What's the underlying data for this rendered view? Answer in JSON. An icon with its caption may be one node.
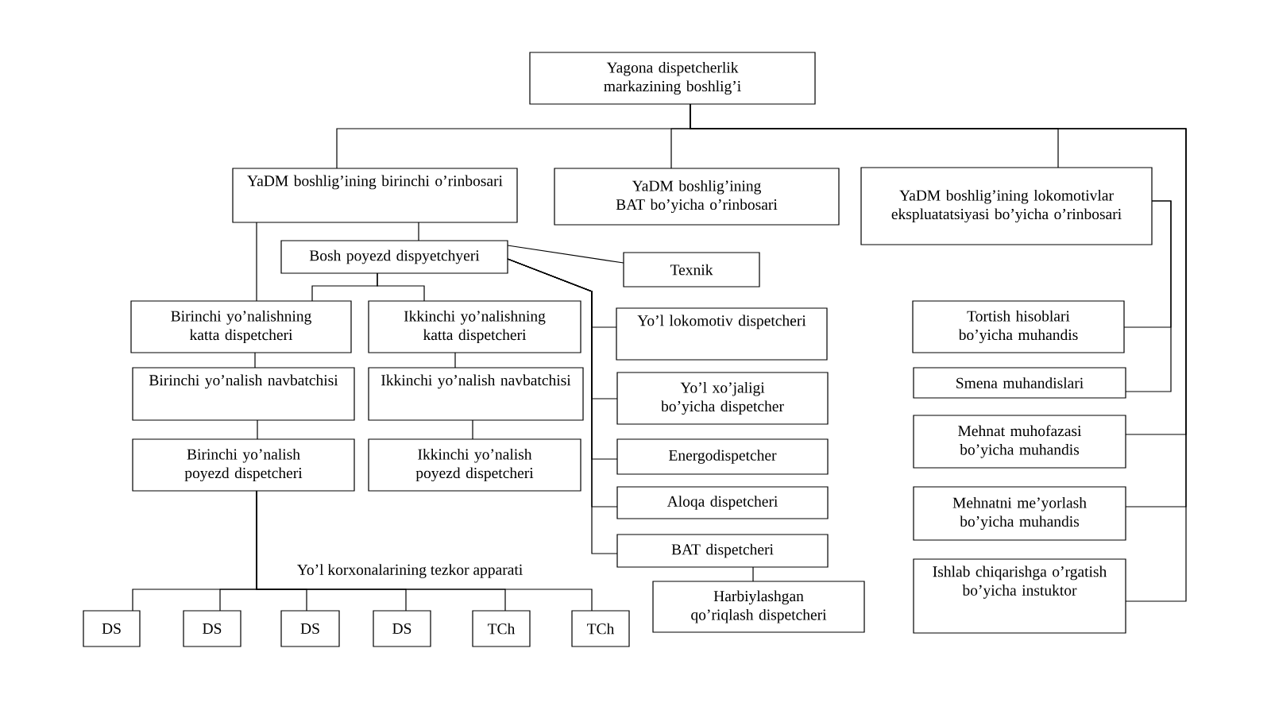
{
  "diagram": {
    "nodes": [
      {
        "text": [
          "Yagona dispetcherlik markazining boshlig’i"
        ]
      },
      {
        "text": [
          "YaDM boshlig’ining birinchi o’rinbosari"
        ]
      },
      {
        "text": [
          "YaDM boshlig’ining BAT bo’yicha o’rinbosari"
        ]
      },
      {
        "text": [
          "YaDM boshlig’ining lokomotivlar ekspluatatsiyasi bo’yicha o’rinbosari"
        ]
      },
      {
        "text": [
          "Bosh poyezd dispyetchyeri"
        ]
      },
      {
        "text": [
          "Texnik"
        ]
      },
      {
        "text": [
          "Birinchi yo’nalishning katta dispetcheri"
        ]
      },
      {
        "text": [
          "Ikkinchi yo’nalishning katta dispetcheri"
        ]
      },
      {
        "text": [
          "Birinchi yo’nalish navbatchisi"
        ]
      },
      {
        "text": [
          "Ikkinchi yo’nalish navbatchisi"
        ]
      },
      {
        "text": [
          "Birinchi yo’nalish poyezd dispetcheri"
        ]
      },
      {
        "text": [
          "Ikkinchi yo’nalish poyezd dispetcheri"
        ]
      },
      {
        "text": [
          "Yo’l lokomotiv dispetcheri"
        ]
      },
      {
        "text": [
          "Yo’l xo’jaligi bo’yicha dispetcher"
        ]
      },
      {
        "text": [
          "Energodispetcher"
        ]
      },
      {
        "text": [
          "Aloqa dispetcheri"
        ]
      },
      {
        "text": [
          "BAT dispetcheri"
        ]
      },
      {
        "text": [
          "Harbiylashgan qo’riqlash dispetcheri"
        ]
      },
      {
        "text": [
          "Tortish hisoblari bo’yicha muhandis"
        ]
      },
      {
        "text": [
          "Smena muhandislari"
        ]
      },
      {
        "text": [
          "Mehnat muhofazasi bo’yicha muhandis"
        ]
      },
      {
        "text": [
          "Mehnatni me’yorlash bo’yicha muhandis"
        ]
      },
      {
        "text": [
          "Ishlab chiqarishga o’rgatish bo’yicha instuktor"
        ]
      },
      {
        "text": [
          "DS"
        ]
      },
      {
        "text": [
          "DS"
        ]
      },
      {
        "text": [
          "DS"
        ]
      },
      {
        "text": [
          "DS"
        ]
      },
      {
        "text": [
          "TCh"
        ]
      },
      {
        "text": [
          "TCh"
        ]
      }
    ],
    "edges": [
      {
        "from": 0,
        "to": 1,
        "arrow": "none"
      },
      {
        "from": 0,
        "to": 2,
        "arrow": "none"
      },
      {
        "from": 0,
        "to": 3,
        "arrow": "none"
      },
      {
        "from": 0,
        "to": 20,
        "arrow": "none"
      },
      {
        "from": 0,
        "to": 21,
        "arrow": "none"
      },
      {
        "from": 0,
        "to": 22,
        "arrow": "none"
      },
      {
        "from": 3,
        "to": 18,
        "arrow": "none"
      },
      {
        "from": 3,
        "to": 19,
        "arrow": "none"
      },
      {
        "from": 1,
        "to": 4,
        "arrow": "none"
      },
      {
        "from": 1,
        "to": 6,
        "arrow": "none"
      },
      {
        "from": 4,
        "to": 6,
        "arrow": "none"
      },
      {
        "from": 4,
        "to": 7,
        "arrow": "none"
      },
      {
        "from": 4,
        "to": 5,
        "arrow": "none"
      },
      {
        "from": 4,
        "to": 12,
        "arrow": "none"
      },
      {
        "from": 4,
        "to": 13,
        "arrow": "none"
      },
      {
        "from": 4,
        "to": 14,
        "arrow": "none"
      },
      {
        "from": 4,
        "to": 15,
        "arrow": "none"
      },
      {
        "from": 4,
        "to": 16,
        "arrow": "none"
      },
      {
        "from": 6,
        "to": 8,
        "arrow": "none"
      },
      {
        "from": 8,
        "to": 10,
        "arrow": "none"
      },
      {
        "from": 7,
        "to": 9,
        "arrow": "none"
      },
      {
        "from": 9,
        "to": 11,
        "arrow": "none"
      },
      {
        "from": 10,
        "to": 23,
        "arrow": "none"
      },
      {
        "from": 10,
        "to": 24,
        "arrow": "none"
      },
      {
        "from": 10,
        "to": 25,
        "arrow": "none"
      },
      {
        "from": 10,
        "to": 26,
        "arrow": "none"
      },
      {
        "from": 10,
        "to": 27,
        "arrow": "none"
      },
      {
        "from": 10,
        "to": 28,
        "arrow": "none"
      },
      {
        "from": 16,
        "to": 17,
        "arrow": "none"
      }
    ],
    "labels": [
      "Yo’l korxonalarining tezkor apparati"
    ]
  }
}
